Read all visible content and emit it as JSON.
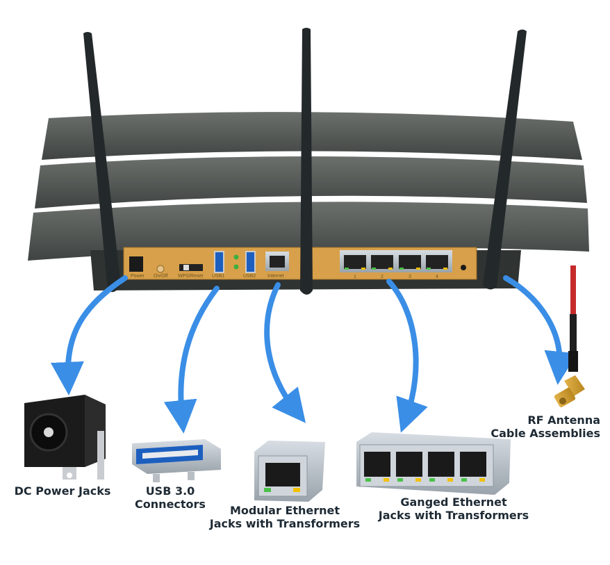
{
  "diagram": {
    "router": {
      "panel_labels": {
        "power": "Power",
        "on_off": "On/Off",
        "wps": "WPS/Reset",
        "usb1": "USB1",
        "usb2": "USB2",
        "internet": "Internet",
        "lan1": "1",
        "lan2": "2",
        "lan3": "3",
        "lan4": "4"
      }
    },
    "components": [
      {
        "id": "dc-power-jacks",
        "lines": [
          "DC Power Jacks"
        ]
      },
      {
        "id": "usb-connectors",
        "lines": [
          "USB 3.0",
          "Connectors"
        ]
      },
      {
        "id": "modular-ethernet",
        "lines": [
          "Modular Ethernet",
          "Jacks with Transformers"
        ]
      },
      {
        "id": "ganged-ethernet",
        "lines": [
          "Ganged Ethernet",
          "Jacks with Transformers"
        ]
      },
      {
        "id": "rf-antenna",
        "lines": [
          "RF Antenna",
          "Cable Assemblies"
        ]
      }
    ],
    "colors": {
      "arrow": "#3a8ee6",
      "router_body": "#555a58",
      "panel": "#d8a04a",
      "label_text": "#1e2a34"
    }
  }
}
